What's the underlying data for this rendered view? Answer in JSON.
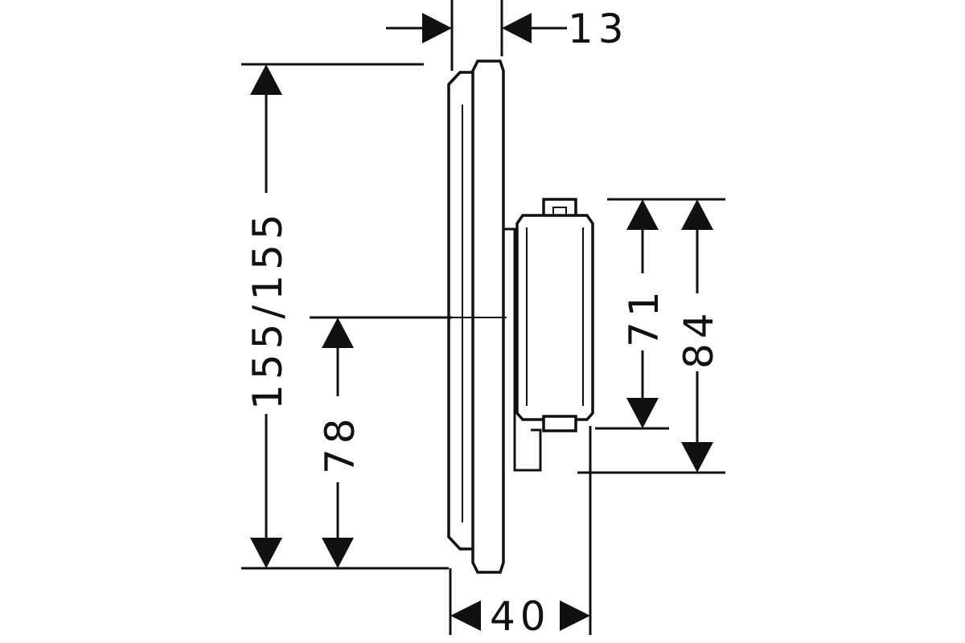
{
  "drawing": {
    "line_color": "#111111",
    "background": "#ffffff",
    "dimensions": {
      "plate_thickness": "13",
      "total_height": "155/155",
      "center_height": "78",
      "body_height_inner": "71",
      "body_height_outer": "84",
      "total_depth": "40"
    }
  }
}
